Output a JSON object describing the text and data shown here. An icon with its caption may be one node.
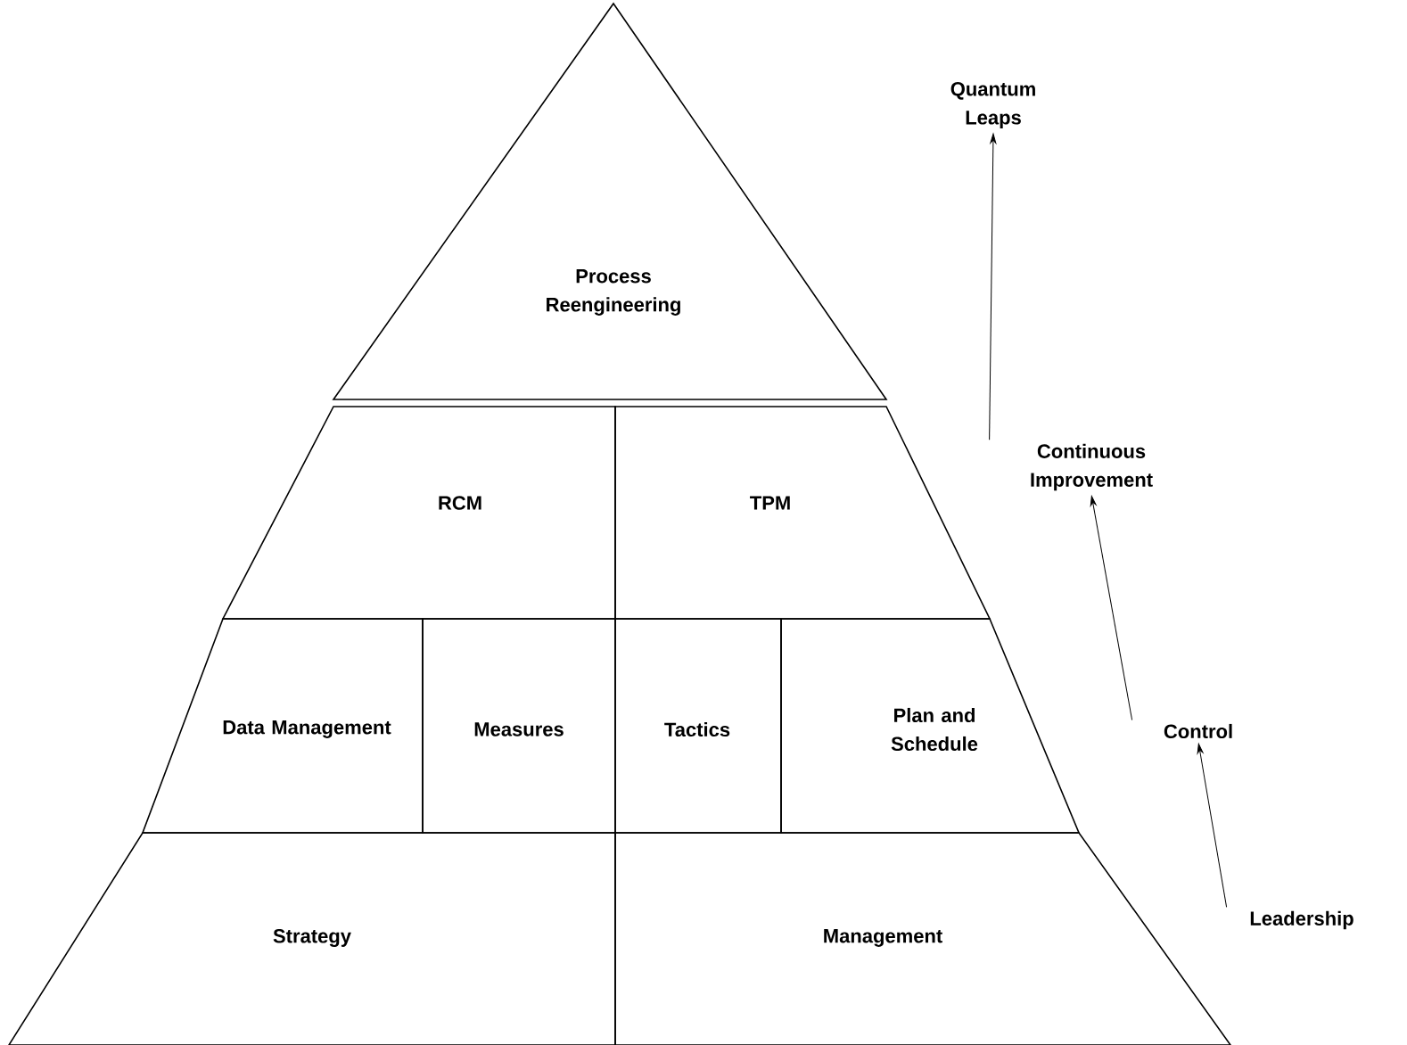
{
  "diagram": {
    "nodes": [
      {
        "text": [
          "Process Reengineering"
        ]
      },
      {
        "text": [
          "RCM"
        ]
      },
      {
        "text": [
          "TPM"
        ]
      },
      {
        "text": [
          "Data Management"
        ]
      },
      {
        "text": [
          "Measures"
        ]
      },
      {
        "text": [
          "Tactics"
        ]
      },
      {
        "text": [
          "Plan and Schedule"
        ]
      },
      {
        "text": [
          "Strategy"
        ]
      },
      {
        "text": [
          "Management"
        ]
      },
      {
        "text": [
          "Quantum Leaps"
        ]
      },
      {
        "text": [
          "Continuous Improvement"
        ]
      },
      {
        "text": [
          "Control"
        ]
      },
      {
        "text": [
          "Leadership"
        ]
      }
    ],
    "edges": [
      {
        "from": 12,
        "to": 11,
        "arrow": "to"
      },
      {
        "from": 11,
        "to": 10,
        "arrow": "to"
      },
      {
        "from": 10,
        "to": 9,
        "arrow": "to"
      }
    ]
  }
}
